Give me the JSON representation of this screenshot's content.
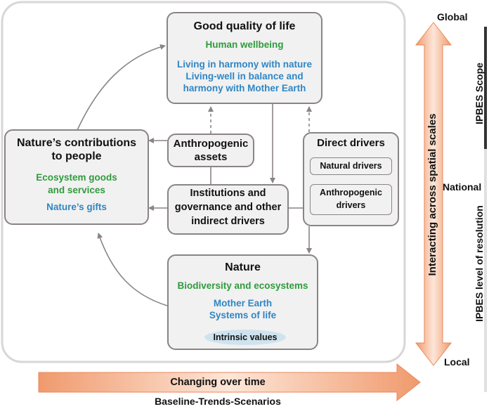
{
  "good_quality": {
    "title": "Good quality of life",
    "wellbeing": "Human wellbeing",
    "harmony_1": "Living in harmony with nature",
    "harmony_2": "Living-well in balance and",
    "harmony_3": "harmony with Mother Earth"
  },
  "contributions": {
    "title_1": "Nature’s contributions",
    "title_2": "to people",
    "goods_1": "Ecosystem goods",
    "goods_2": "and services",
    "gifts": "Nature’s gifts"
  },
  "assets": {
    "line_1": "Anthropogenic",
    "line_2": "assets"
  },
  "institutions": {
    "line_1": "Institutions and",
    "line_2": "governance and other",
    "line_3": "indirect drivers"
  },
  "direct_drivers": {
    "title": "Direct drivers",
    "natural": "Natural drivers",
    "anthro_1": "Anthropogenic",
    "anthro_2": "drivers"
  },
  "nature": {
    "title": "Nature",
    "biodiversity": "Biodiversity and ecosystems",
    "mother_earth": "Mother Earth",
    "systems": "Systems of life",
    "intrinsic": "Intrinsic values"
  },
  "scales": {
    "global": "Global",
    "national": "National",
    "local": "Local",
    "interacting": "Interacting across spatial scales",
    "scope": "IPBES Scope",
    "resolution": "IPBES level of resolution"
  },
  "time": {
    "changing": "Changing over time",
    "baseline": "Baseline-Trends-Scenarios"
  },
  "colors": {
    "box_border": "#8a8484",
    "box_fill": "#f1f1f1",
    "green_text": "#2f9b3c",
    "blue_text": "#2f86c4",
    "arrow_light": "#fde4d6",
    "arrow_dark": "#f19a6c",
    "oval_fill": "#cfe3ef"
  }
}
